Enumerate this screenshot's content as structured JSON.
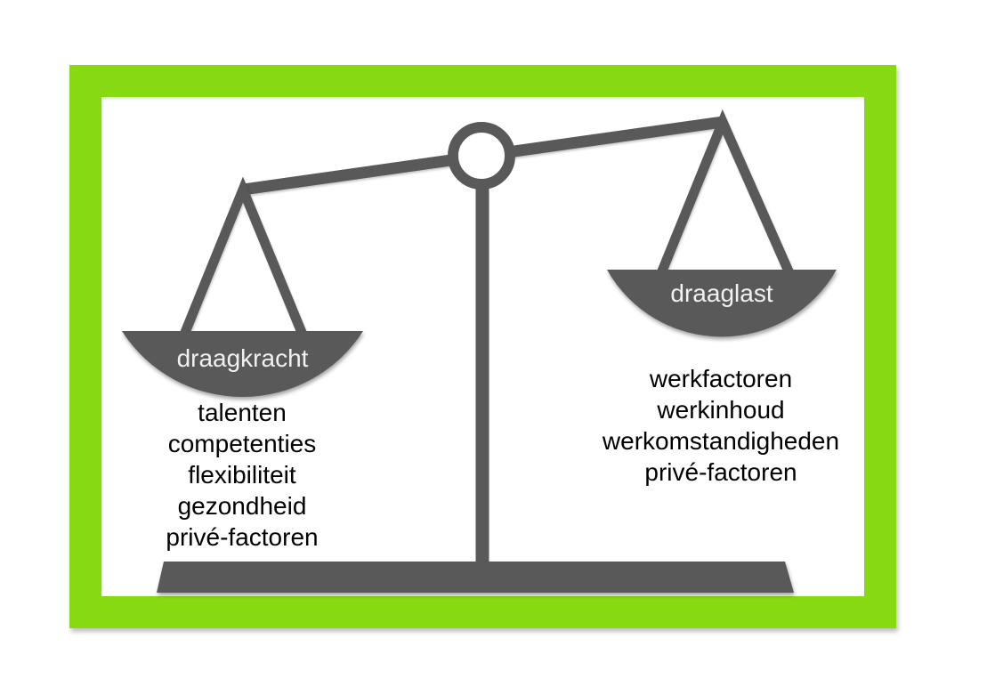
{
  "left_side": {
    "pan_label": "draagkracht",
    "items": [
      "talenten",
      "competenties",
      "flexibiliteit",
      "gezondheid",
      "privé-factoren"
    ]
  },
  "right_side": {
    "pan_label": "draaglast",
    "items": [
      "werkfactoren",
      "werkinhoud",
      "werkomstandigheden",
      "privé-factoren"
    ]
  },
  "colors": {
    "frame_green": "#87d912",
    "scale_gray": "#595959",
    "pan_label_color": "#f1f1f1",
    "list_text_color": "#000000"
  }
}
